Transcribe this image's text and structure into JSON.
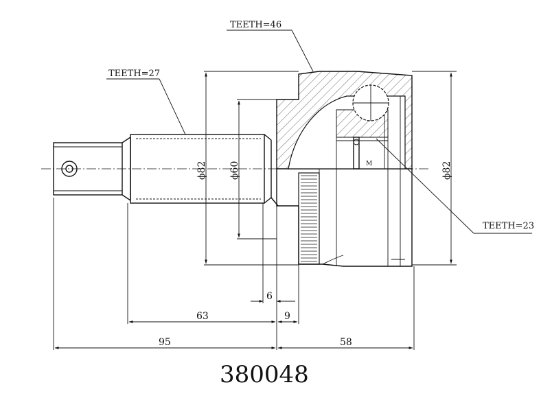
{
  "labels": {
    "teeth_outer": "TEETH=46",
    "teeth_shaft": "TEETH=27",
    "teeth_inner": "TEETH=23",
    "dia_shaft": "ϕ82",
    "dia_seal": "ϕ60",
    "dia_bell": "ϕ82",
    "thread": "M"
  },
  "dimensions": {
    "d6": "6",
    "d63": "63",
    "d9": "9",
    "d95": "95",
    "d58": "58"
  },
  "part_number": "380048"
}
